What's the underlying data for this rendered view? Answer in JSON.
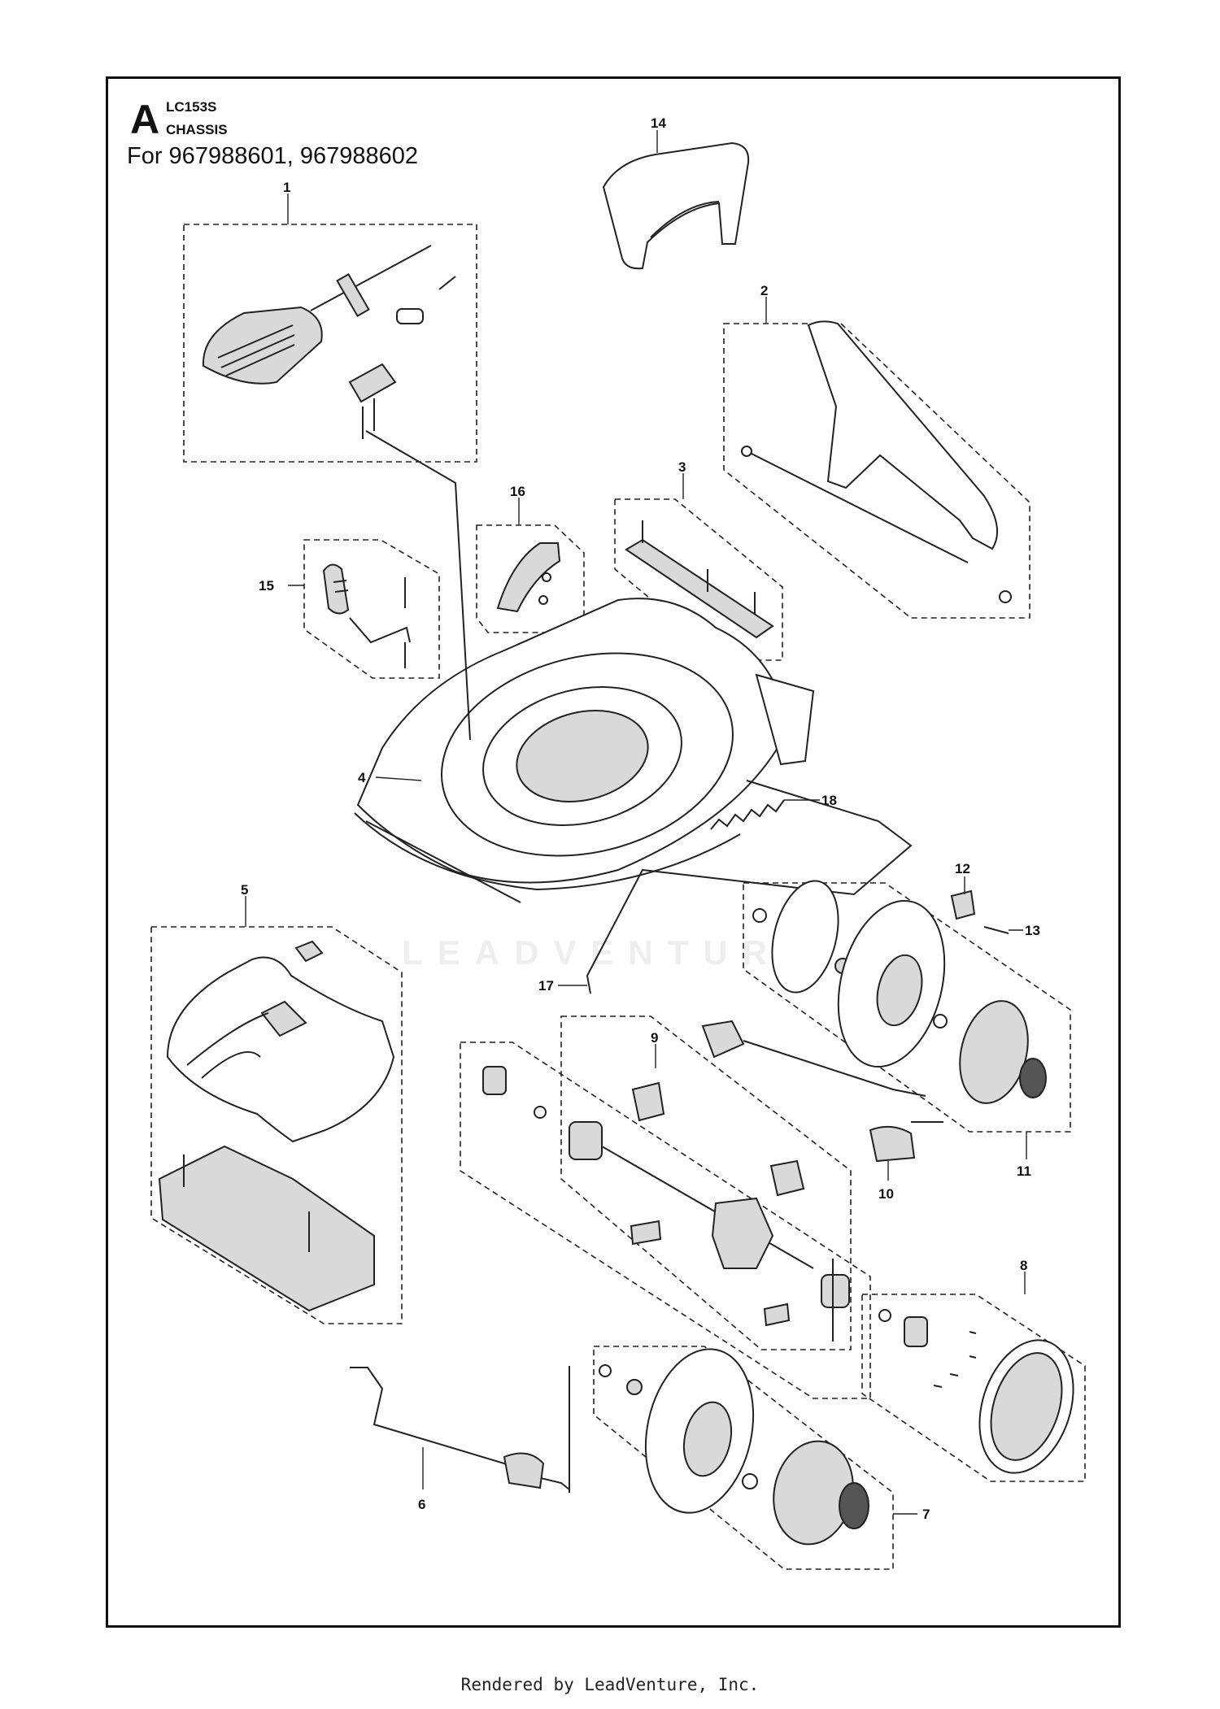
{
  "header": {
    "section_letter": "A",
    "model": "LC153S",
    "title": "CHASSIS",
    "applies_to": "For 967988601, 967988602"
  },
  "watermark": "LEADVENTURE",
  "footer": "Rendered by LeadVenture, Inc.",
  "callouts": {
    "c1": "1",
    "c2": "2",
    "c3": "3",
    "c4": "4",
    "c5": "5",
    "c6": "6",
    "c7": "7",
    "c8": "8",
    "c9": "9",
    "c10": "10",
    "c11": "11",
    "c12": "12",
    "c13": "13",
    "c14": "14",
    "c15": "15",
    "c16": "16",
    "c17": "17",
    "c18": "18"
  }
}
